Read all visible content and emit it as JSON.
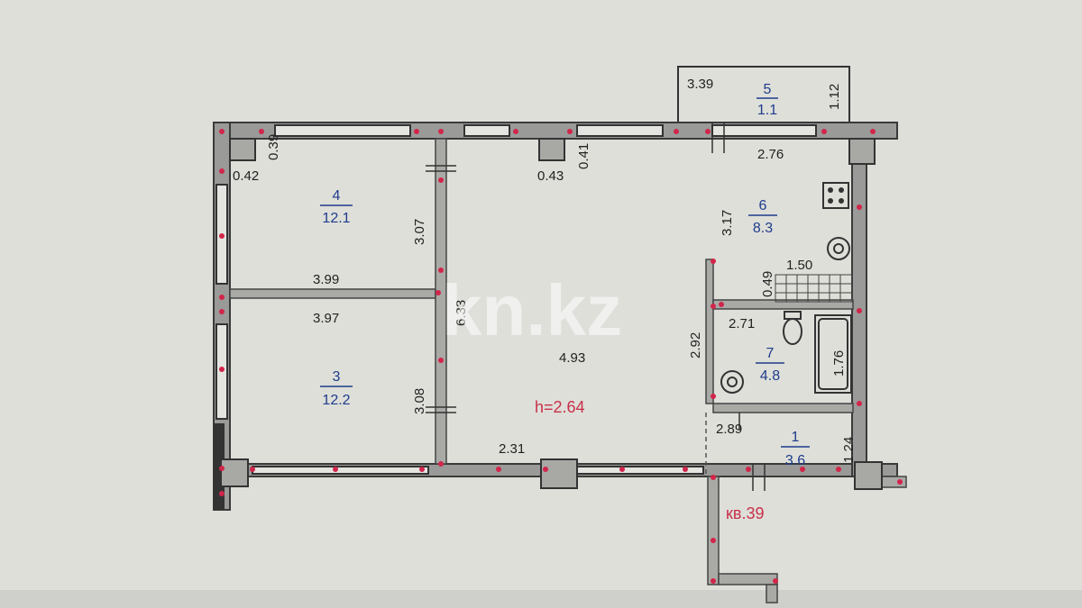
{
  "dimensions": {
    "d_339": "3.39",
    "d_112": "1.12",
    "d_276": "2.76",
    "d_039": "0.39",
    "d_042": "0.42",
    "d_041": "0.41",
    "d_043": "0.43",
    "d_307": "3.07",
    "d_317": "3.17",
    "d_399": "3.99",
    "d_397": "3.97",
    "d_633": "6.33",
    "d_049": "0.49",
    "d_150": "1.50",
    "d_292": "2.92",
    "d_271": "2.71",
    "d_493": "4.93",
    "d_176": "1.76",
    "d_308": "3.08",
    "d_289": "2.89",
    "d_124": "1.24",
    "d_231": "2.31"
  },
  "rooms": [
    {
      "number": "5",
      "area": "1.1"
    },
    {
      "number": "4",
      "area": "12.1"
    },
    {
      "number": "6",
      "area": "8.3"
    },
    {
      "number": "3",
      "area": "12.2"
    },
    {
      "number": "7",
      "area": "4.8"
    },
    {
      "number": "1",
      "area": "3.6"
    }
  ],
  "ceiling_height": "h=2.64",
  "apartment_label": "кв.39",
  "watermark": "kn.kz",
  "colors": {
    "wall_marker": "#d2254a",
    "room_label": "#1e3c8c",
    "annotation": "#c8304a"
  },
  "icons": [
    "stove-icon",
    "sink-icon",
    "toilet-icon",
    "bathtub-icon",
    "washbasin-icon"
  ]
}
